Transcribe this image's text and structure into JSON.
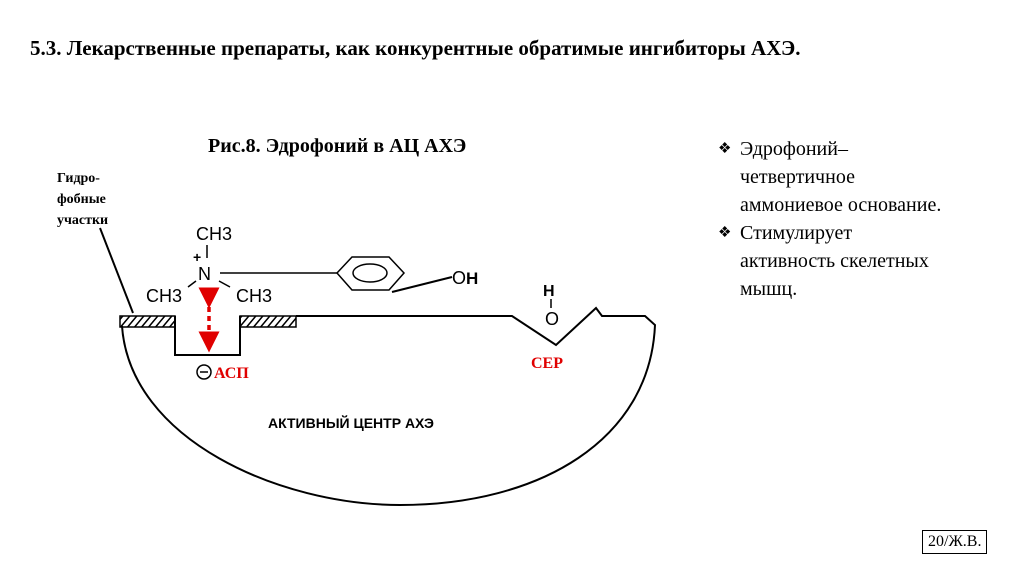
{
  "title": "5.3.  Лекарственные препараты, как конкурентные обратимые ингибиторы АХЭ.",
  "figure_caption": "Рис.8. Эдрофоний в АЦ   АХЭ",
  "hydrophobic_label": [
    "Гидро-",
    "фобные",
    "участки"
  ],
  "diagram": {
    "ch3_top": "CH3",
    "ch3_left": "CH3",
    "ch3_right": "CH3",
    "n_plus": "+",
    "n": "N",
    "oh_o": "O",
    "oh_h": "H",
    "ser_h": "H",
    "ser_o": "O",
    "asp_label": "АСП",
    "asp_charge": "−",
    "ser_label": "СЕР",
    "center_label": "АКТИВНЫЙ ЦЕНТР АХЭ"
  },
  "bullets": [
    {
      "marker": "❖",
      "lines": [
        "Эдрофоний–",
        "четвертичное",
        "аммониевое основание."
      ]
    },
    {
      "marker": "❖",
      "lines": [
        "Стимулирует",
        "активность скелетных",
        "мышц."
      ]
    }
  ],
  "page_label": "20/Ж.В.",
  "colors": {
    "accent": "#e00000"
  }
}
